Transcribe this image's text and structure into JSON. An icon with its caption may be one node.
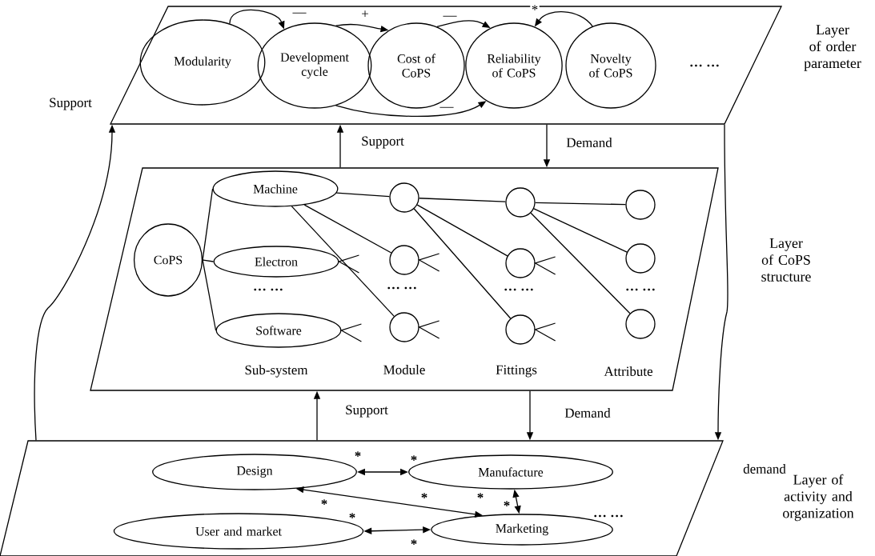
{
  "diagram": {
    "nodes": [
      {
        "text": [
          "Layer of order parameter"
        ]
      },
      {
        "text": [
          "Modularity"
        ],
        "in": 0
      },
      {
        "text": [
          "Development cycle"
        ],
        "in": 0
      },
      {
        "text": [
          "Cost of CoPS"
        ],
        "in": 0
      },
      {
        "text": [
          "Reliability of CoPS"
        ],
        "in": 0
      },
      {
        "text": [
          "Novelty of CoPS"
        ],
        "in": 0
      },
      {
        "text": [
          "Layer of CoPS structure"
        ]
      },
      {
        "text": [
          "CoPS"
        ],
        "in": 6
      },
      {
        "text": [
          "Machine"
        ],
        "in": 6
      },
      {
        "text": [
          "Electron"
        ],
        "in": 6
      },
      {
        "text": [
          "Software"
        ],
        "in": 6
      },
      {
        "text": [],
        "shape": "circle",
        "in": 6
      },
      {
        "text": [],
        "shape": "circle",
        "in": 6
      },
      {
        "text": [],
        "shape": "circle",
        "in": 6
      },
      {
        "text": [],
        "shape": "circle",
        "in": 6
      },
      {
        "text": [],
        "shape": "circle",
        "in": 6
      },
      {
        "text": [],
        "shape": "circle",
        "in": 6
      },
      {
        "text": [],
        "shape": "circle",
        "in": 6
      },
      {
        "text": [],
        "shape": "circle",
        "in": 6
      },
      {
        "text": [],
        "shape": "circle",
        "in": 6
      },
      {
        "text": [
          "Layer of activity and organization"
        ]
      },
      {
        "text": [
          "Design"
        ],
        "in": 20
      },
      {
        "text": [
          "Manufacture"
        ],
        "in": 20
      },
      {
        "text": [
          "User and market"
        ],
        "in": 20
      },
      {
        "text": [
          "Marketing"
        ],
        "in": 20
      }
    ],
    "edges": [
      {
        "from": 1,
        "to": 2,
        "arrow": "to",
        "label": "—"
      },
      {
        "from": 2,
        "to": 3,
        "arrow": "to",
        "label": "+"
      },
      {
        "from": 3,
        "to": 4,
        "arrow": "to",
        "label": "—"
      },
      {
        "from": 5,
        "to": 4,
        "arrow": "to",
        "label": "*"
      },
      {
        "from": 2,
        "to": 4,
        "arrow": "to",
        "label": "—"
      },
      {
        "from": 6,
        "to": 0,
        "arrow": "to",
        "label": "Support"
      },
      {
        "from": 0,
        "to": 6,
        "arrow": "to",
        "label": "Demand"
      },
      {
        "from": 20,
        "to": 0,
        "arrow": "to",
        "label": "Support"
      },
      {
        "from": 0,
        "to": 20,
        "arrow": "to",
        "label": "demand"
      },
      {
        "from": 20,
        "to": 6,
        "arrow": "to",
        "label": "Support"
      },
      {
        "from": 6,
        "to": 20,
        "arrow": "to",
        "label": "Demand"
      },
      {
        "from": 7,
        "to": 8,
        "arrow": "none"
      },
      {
        "from": 7,
        "to": 9,
        "arrow": "none"
      },
      {
        "from": 7,
        "to": 10,
        "arrow": "none"
      },
      {
        "from": 8,
        "to": 11,
        "arrow": "none"
      },
      {
        "from": 8,
        "to": 12,
        "arrow": "none"
      },
      {
        "from": 8,
        "to": 13,
        "arrow": "none"
      },
      {
        "from": 11,
        "to": 14,
        "arrow": "none"
      },
      {
        "from": 11,
        "to": 15,
        "arrow": "none"
      },
      {
        "from": 11,
        "to": 16,
        "arrow": "none"
      },
      {
        "from": 14,
        "to": 17,
        "arrow": "none"
      },
      {
        "from": 14,
        "to": 18,
        "arrow": "none"
      },
      {
        "from": 14,
        "to": 19,
        "arrow": "none"
      },
      {
        "from": 21,
        "to": 22,
        "arrow": "both"
      },
      {
        "from": 21,
        "to": 24,
        "arrow": "both"
      },
      {
        "from": 22,
        "to": 24,
        "arrow": "both"
      },
      {
        "from": 23,
        "to": 24,
        "arrow": "both"
      }
    ],
    "labels": [
      "… …",
      "… …",
      "… …",
      "… …",
      "… …",
      "Sub-system",
      "Module",
      "Fittings",
      "Attribute",
      "*",
      "*",
      "*",
      "*",
      "*",
      "*",
      "*",
      "*",
      "… …"
    ]
  }
}
